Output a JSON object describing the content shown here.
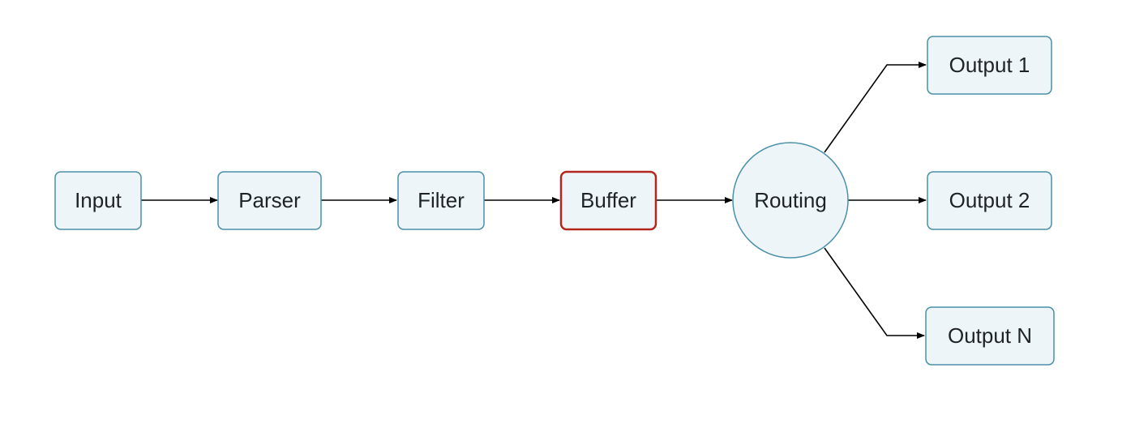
{
  "diagram": {
    "colors": {
      "node_fill": "#eef5f9",
      "node_border": "#4a90a8",
      "highlight_border": "#b3261e",
      "edge": "#000000",
      "text": "#1f2328"
    },
    "nodes": {
      "input": {
        "label": "Input",
        "shape": "rounded-rect"
      },
      "parser": {
        "label": "Parser",
        "shape": "rounded-rect"
      },
      "filter": {
        "label": "Filter",
        "shape": "rounded-rect"
      },
      "buffer": {
        "label": "Buffer",
        "shape": "rounded-rect",
        "highlighted": true
      },
      "routing": {
        "label": "Routing",
        "shape": "circle"
      },
      "output_1": {
        "label": "Output 1",
        "shape": "rounded-rect"
      },
      "output_2": {
        "label": "Output 2",
        "shape": "rounded-rect"
      },
      "output_n": {
        "label": "Output N",
        "shape": "rounded-rect"
      }
    },
    "edges": [
      {
        "from": "input",
        "to": "parser"
      },
      {
        "from": "parser",
        "to": "filter"
      },
      {
        "from": "filter",
        "to": "buffer"
      },
      {
        "from": "buffer",
        "to": "routing"
      },
      {
        "from": "routing",
        "to": "output_1"
      },
      {
        "from": "routing",
        "to": "output_2"
      },
      {
        "from": "routing",
        "to": "output_n"
      }
    ]
  }
}
